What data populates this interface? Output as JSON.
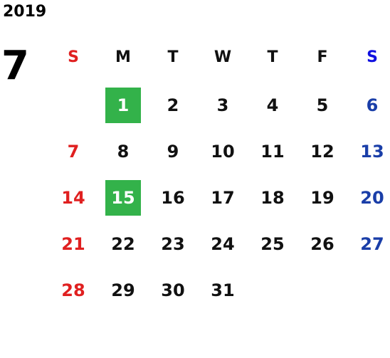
{
  "calendar": {
    "year": "2019",
    "month": "7",
    "weekdays": [
      "S",
      "M",
      "T",
      "W",
      "T",
      "F",
      "S"
    ],
    "weeks": [
      [
        "",
        "1",
        "2",
        "3",
        "4",
        "5",
        "6"
      ],
      [
        "7",
        "8",
        "9",
        "10",
        "11",
        "12",
        "13"
      ],
      [
        "14",
        "15",
        "16",
        "17",
        "18",
        "19",
        "20"
      ],
      [
        "21",
        "22",
        "23",
        "24",
        "25",
        "26",
        "27"
      ],
      [
        "28",
        "29",
        "30",
        "31",
        "",
        "",
        ""
      ]
    ],
    "highlighted_days": [
      "1",
      "15"
    ],
    "colors": {
      "text": "#111111",
      "sunday": "#e02020",
      "saturday": "#1a3ea8",
      "saturday_header": "#1010e0",
      "highlight_bg": "#33b24a",
      "highlight_text": "#ffffff"
    }
  }
}
